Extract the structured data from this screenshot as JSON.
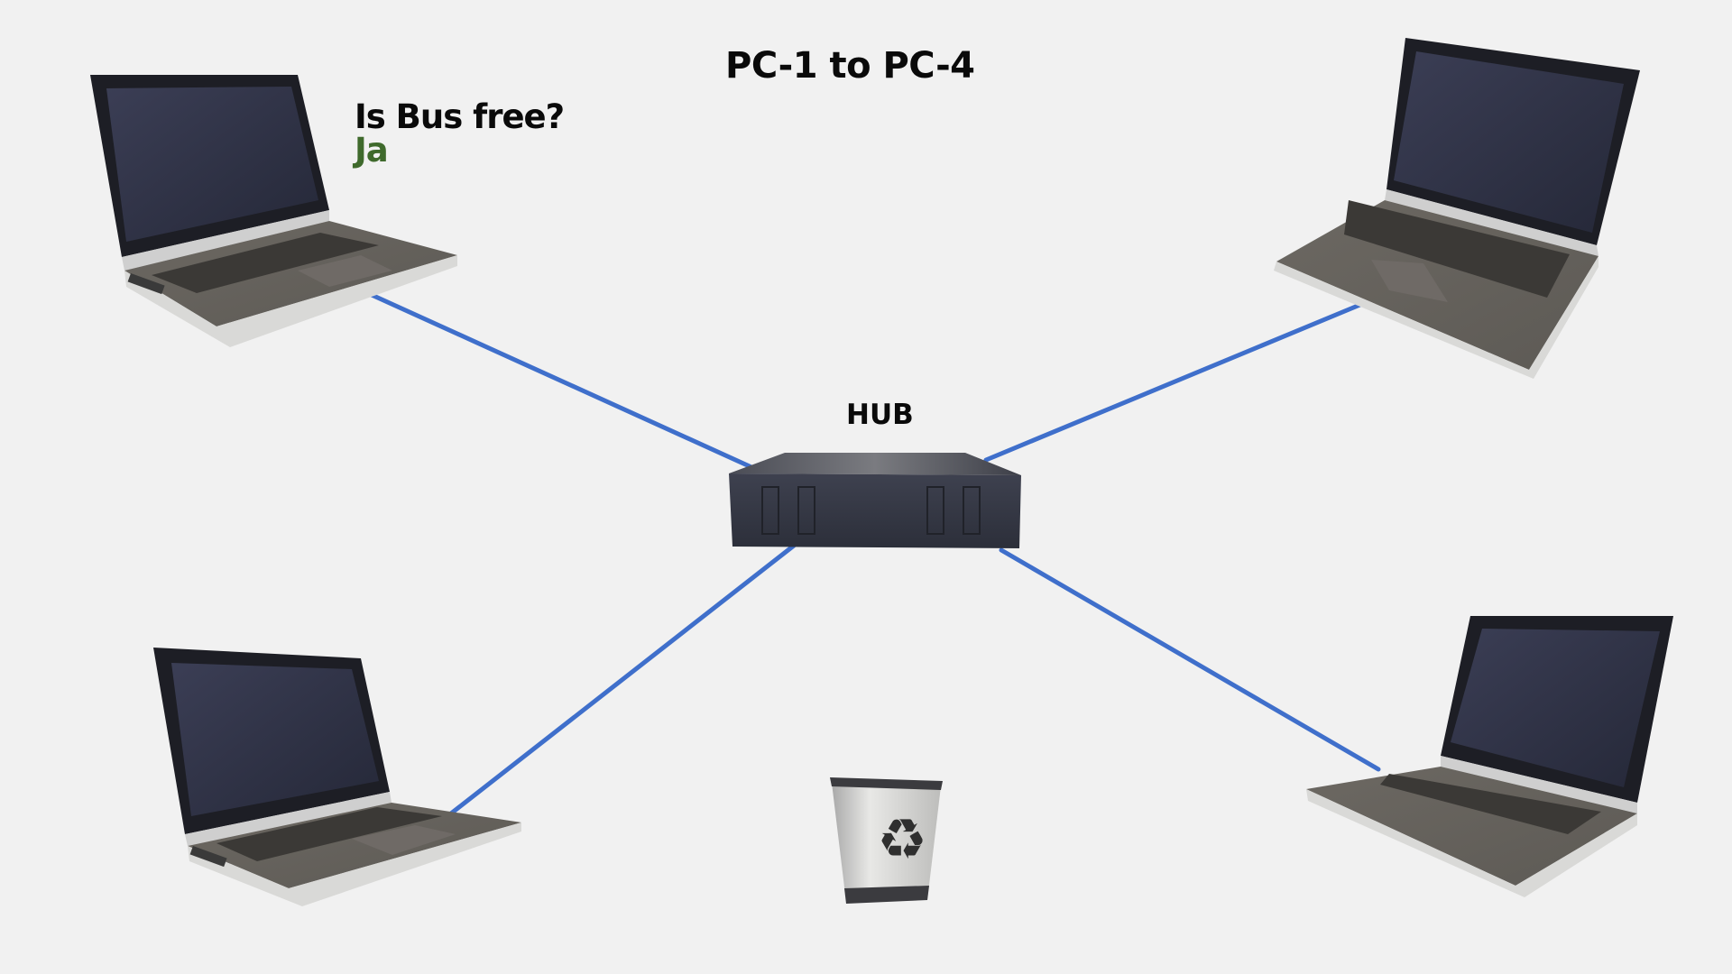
{
  "diagram": {
    "title": "PC-1 to PC-4",
    "status_question": "Is Bus free?",
    "status_answer": "Ja",
    "hub_label": "HUB",
    "colors": {
      "background": "#f1f1f1",
      "cable": "#3f6fcb",
      "answer_text": "#3f6a2c",
      "title_text": "#0a0a0a"
    },
    "nodes": [
      {
        "id": "pc-1",
        "type": "laptop",
        "position": "top-left"
      },
      {
        "id": "pc-2",
        "type": "laptop",
        "position": "top-right"
      },
      {
        "id": "pc-3",
        "type": "laptop",
        "position": "bottom-left"
      },
      {
        "id": "pc-4",
        "type": "laptop",
        "position": "bottom-right"
      },
      {
        "id": "hub",
        "type": "hub",
        "position": "center"
      },
      {
        "id": "recycle-bin",
        "type": "trash",
        "position": "bottom-center"
      }
    ],
    "connections": [
      {
        "from": "pc-1",
        "to": "hub"
      },
      {
        "from": "pc-2",
        "to": "hub"
      },
      {
        "from": "pc-3",
        "to": "hub"
      },
      {
        "from": "pc-4",
        "to": "hub"
      }
    ]
  }
}
